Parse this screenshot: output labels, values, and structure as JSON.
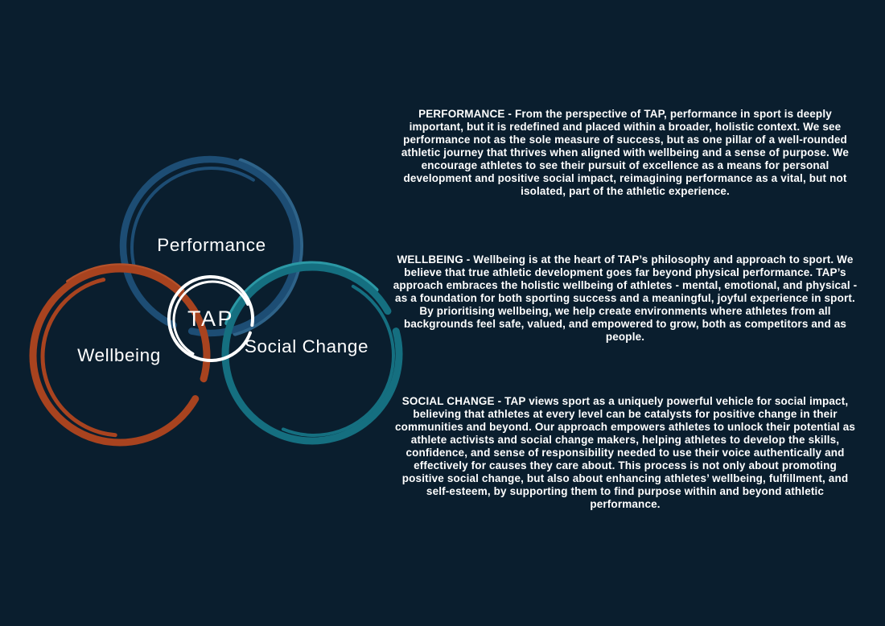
{
  "canvas": {
    "background": "#0a1e2e",
    "text_color": "#ffffff"
  },
  "diagram": {
    "center": {
      "label": "TAP",
      "ring_color": "#ffffff",
      "text_color": "#ffffff"
    },
    "label_color": "#ffffff",
    "rings": [
      {
        "name": "performance",
        "label": "Performance",
        "color": "#1d4d74",
        "highlight_color": "#2e6389"
      },
      {
        "name": "wellbeing",
        "label": "Wellbeing",
        "color": "#a8431f",
        "highlight_color": "#b5512a"
      },
      {
        "name": "social-change",
        "label": "Social Change",
        "color": "#156f80",
        "highlight_color": "#2b98a5"
      }
    ]
  },
  "sections": [
    {
      "id": "performance",
      "text": "PERFORMANCE - From the perspective of TAP, performance in sport is deeply important, but it is redefined and placed within a broader, holistic context. We see performance not as the sole measure of success, but as one pillar of a well-rounded athletic journey that thrives when aligned with wellbeing and a sense of purpose. We encourage athletes to see their pursuit of excellence as a means for personal development and positive social impact, reimagining performance as a vital, but not isolated, part of the athletic experience."
    },
    {
      "id": "wellbeing",
      "text": "WELLBEING - Wellbeing is at the heart of TAP’s philosophy and approach to sport. We believe that true athletic development goes far beyond physical performance. TAP’s approach embraces the holistic wellbeing of athletes - mental, emotional, and physical - as a foundation for both sporting success and a meaningful, joyful experience in sport. By prioritising wellbeing, we help create environments where athletes from all backgrounds feel safe, valued, and empowered to grow, both as competitors and as people."
    },
    {
      "id": "social-change",
      "text": "SOCIAL CHANGE - TAP views sport as a uniquely powerful vehicle for social impact, believing that athletes at every level can be catalysts for positive change in their communities and beyond. Our approach empowers athletes to unlock their potential as athlete activists and social change makers, helping athletes to develop the skills, confidence, and sense of responsibility needed to use their voice authentically and effectively for causes they care about. This process is not only about promoting positive social change, but also about enhancing athletes’ wellbeing, fulfillment, and self-esteem, by supporting them to find purpose within and beyond athletic performance."
    }
  ]
}
